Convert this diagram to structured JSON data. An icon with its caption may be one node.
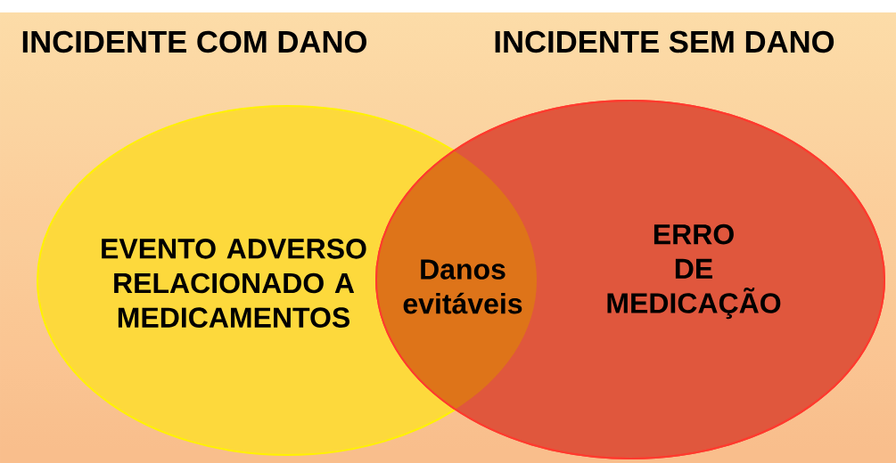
{
  "diagram": {
    "nodes": [
      {
        "text": [
          "EVENTO ADVERSO RELACIONADO A MEDICAMENTOS"
        ]
      },
      {
        "text": [
          "Danos evitáveis"
        ]
      },
      {
        "text": [
          "ERRO DE MEDICAÇÃO"
        ]
      }
    ],
    "labels": [
      "INCIDENTE COM DANO",
      "INCIDENTE  SEM DANO"
    ]
  }
}
